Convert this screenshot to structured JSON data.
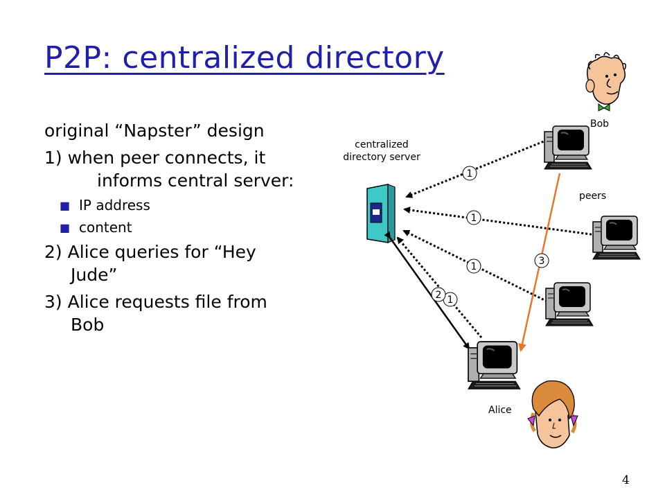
{
  "slide": {
    "title": "P2P: centralized directory",
    "page_number": "4"
  },
  "content": {
    "intro": "original “Napster” design",
    "step1_line1": "1) when peer connects, it",
    "step1_line2": "informs central server:",
    "bullets": [
      "IP address",
      "content"
    ],
    "step2_line1": "2) Alice queries for “Hey",
    "step2_line2": "Jude”",
    "step3_line1": "3) Alice requests file from",
    "step3_line2": "Bob"
  },
  "diagram": {
    "server_label_line1": "centralized",
    "server_label_line2": "directory server",
    "bob_label": "Bob",
    "peers_label": "peers",
    "alice_label": "Alice",
    "step_badges": [
      "1",
      "1",
      "1",
      "1",
      "2",
      "3"
    ],
    "colors": {
      "title": "#1f1fa8",
      "request_arrow": "#e8752a",
      "server": "#3ec8c8",
      "monitor": "#c8c8c8"
    }
  }
}
